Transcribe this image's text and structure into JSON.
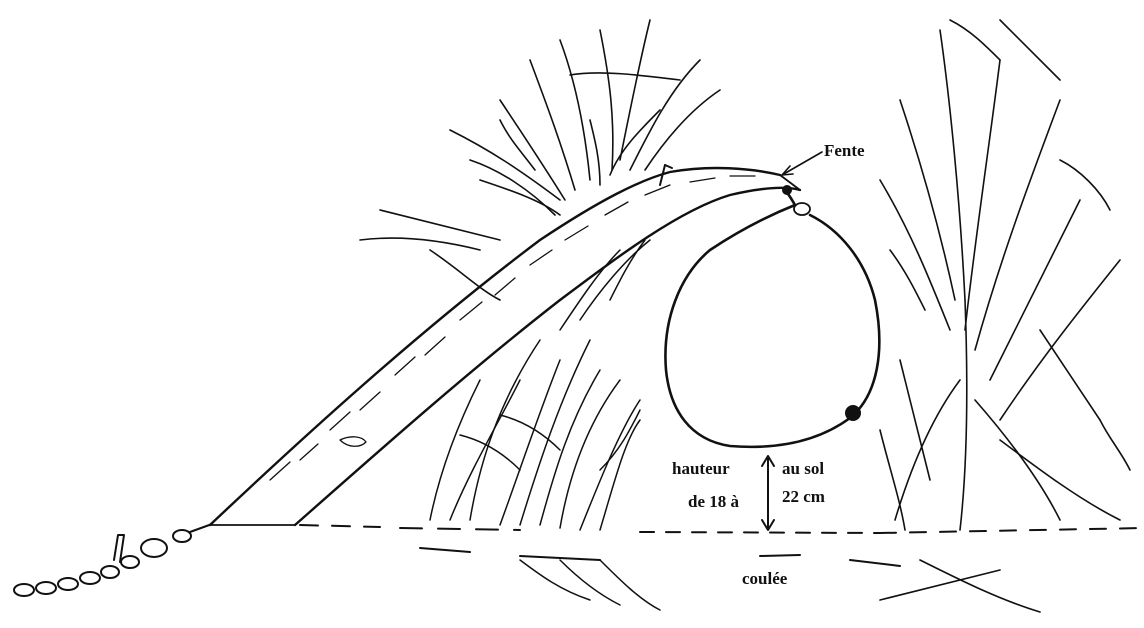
{
  "labels": {
    "fente": "Fente",
    "hauteur": "hauteur",
    "de_18_a": "de 18 à",
    "au_sol": "au sol",
    "cm": "22 cm",
    "coulee": "coulée"
  },
  "colors": {
    "ink": "#111111",
    "background": "#ffffff"
  }
}
